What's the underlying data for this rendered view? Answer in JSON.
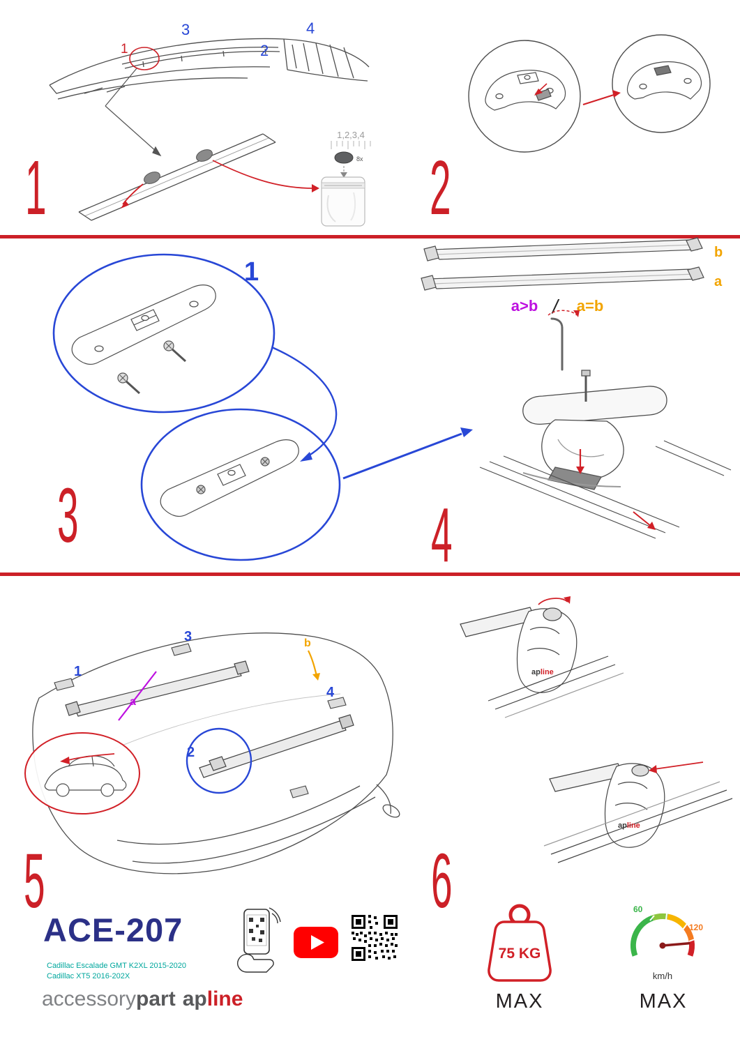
{
  "colors": {
    "red": "#cc2027",
    "blue": "#2847d6",
    "orange": "#f2a400",
    "magenta": "#bd10e0",
    "navy": "#2b3087",
    "teal": "#00a79d",
    "gray": "#58595b",
    "youtube_red": "#ff0000"
  },
  "step_numbers": {
    "s1": "1",
    "s2": "2",
    "s3": "3",
    "s4": "4",
    "s5": "5",
    "s6": "6"
  },
  "step1": {
    "callout_1": "1",
    "callout_2": "2",
    "callout_3": "3",
    "callout_4": "4",
    "parts_label": "1,2,3,4",
    "qty_label": "8x"
  },
  "step3": {
    "callout_1": "1"
  },
  "step4": {
    "label_b": "b",
    "label_a": "a",
    "cmp_left": "a>b",
    "cmp_slash": "/",
    "cmp_right": "a=b"
  },
  "step5": {
    "callout_1": "1",
    "callout_2": "2",
    "callout_3": "3",
    "callout_4": "4",
    "label_a": "a",
    "label_b": "b"
  },
  "step6": {
    "brand_ap": "ap",
    "brand_line": "line"
  },
  "footer": {
    "model": "ACE-207",
    "compat_line1": "Cadillac Escalade GMT K2XL 2015-2020",
    "compat_line2": "Cadillac XT5 2016-202X",
    "brand_accessory": "accessory",
    "brand_part": "part",
    "brand_ap": "ap",
    "brand_line": "line",
    "weight_value": "75 KG",
    "weight_max": "MAX",
    "speed_60": "60",
    "speed_120": "120",
    "speed_unit": "km/h",
    "speed_max": "MAX"
  }
}
